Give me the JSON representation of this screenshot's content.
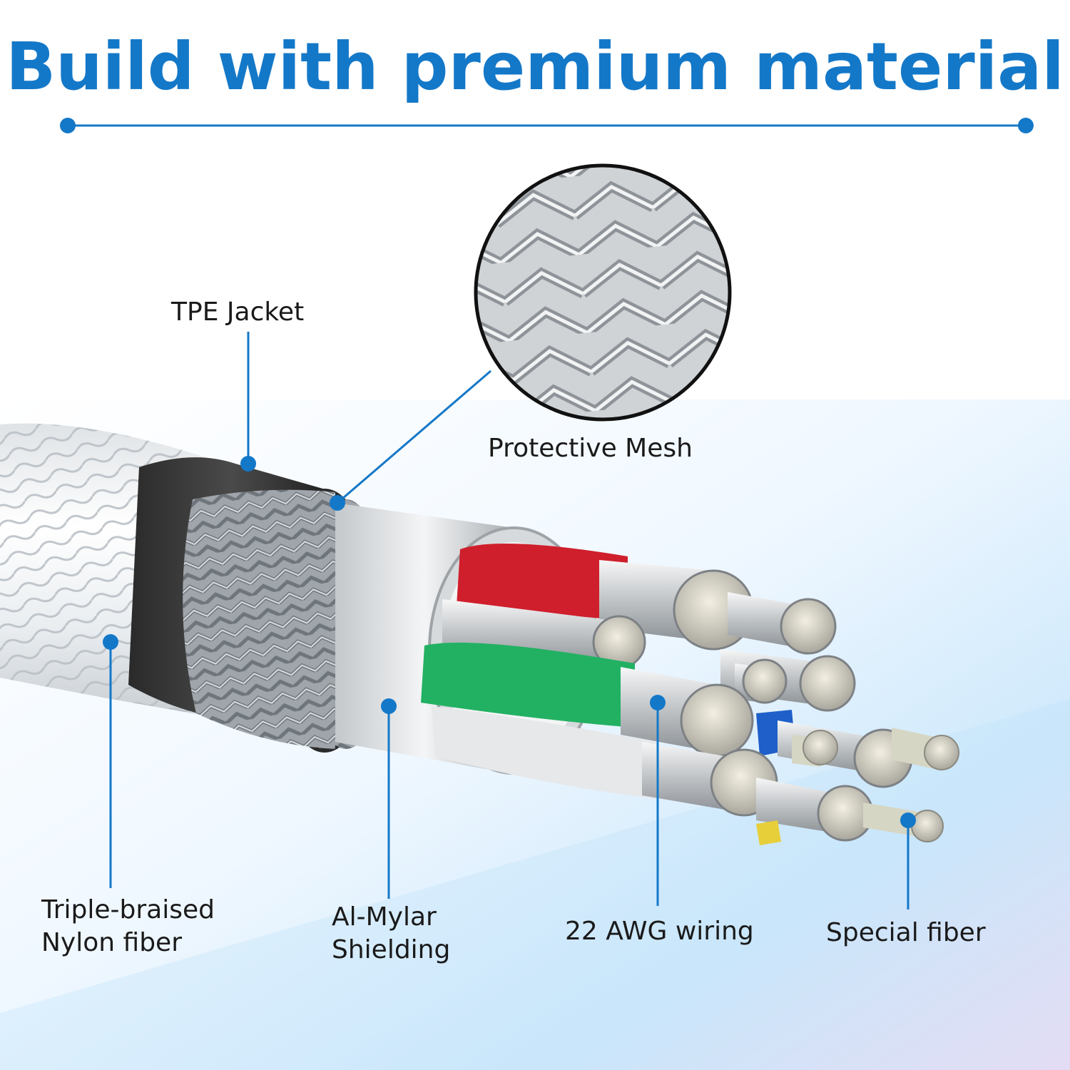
{
  "title": "Build with premium material",
  "colors": {
    "accent": "#1478c8",
    "copper_red": "#cf1f2c",
    "wire_green": "#22b163",
    "wire_blue": "#1e5fc9"
  },
  "labels": {
    "tpe_jacket": "TPE Jacket",
    "protective_mesh": "Protective Mesh",
    "nylon_fiber": [
      "Triple-braised",
      "Nylon fiber"
    ],
    "al_mylar": [
      "Al-Mylar",
      "Shielding"
    ],
    "awg_wiring": "22 AWG wiring",
    "special_fiber": "Special fiber"
  }
}
